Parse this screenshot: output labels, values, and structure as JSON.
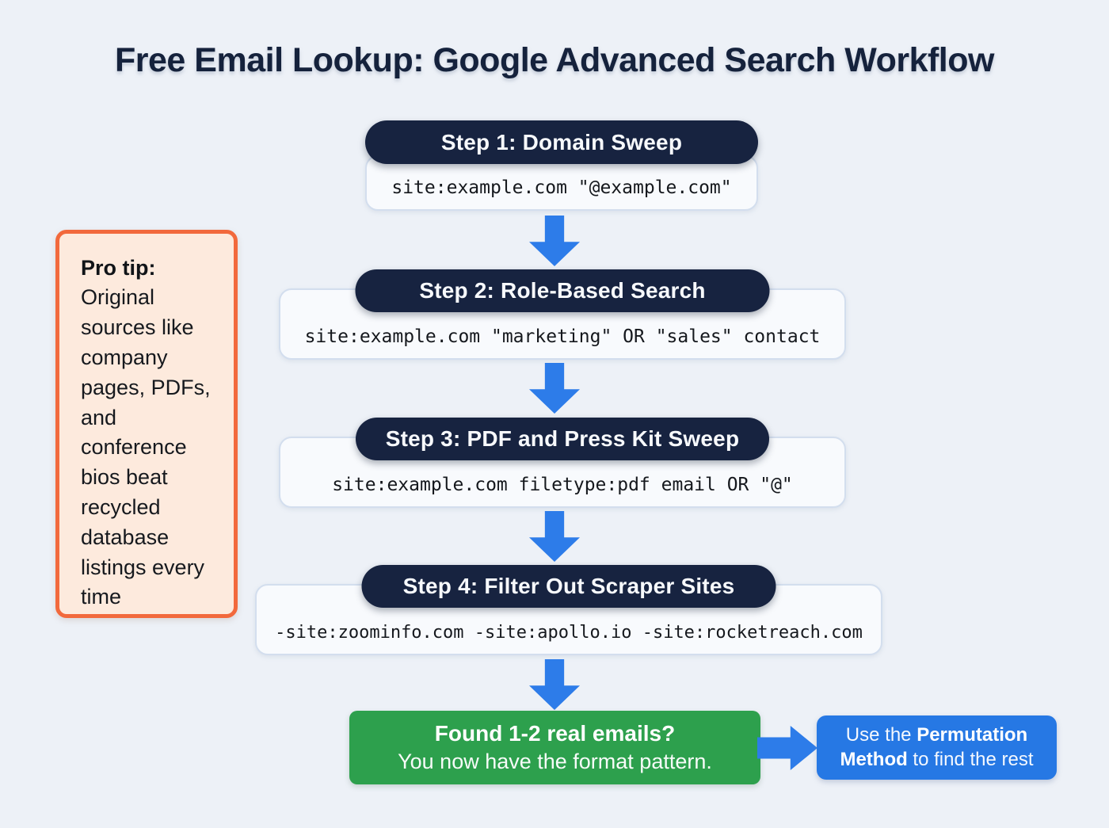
{
  "title": "Free Email Lookup: Google Advanced Search Workflow",
  "pro_tip": {
    "label": "Pro tip:",
    "body": "Original sources like company pages, PDFs, and conference bios beat recycled database listings every time"
  },
  "steps": [
    {
      "label": "Step 1: Domain Sweep",
      "query": "site:example.com \"@example.com\""
    },
    {
      "label": "Step 2: Role-Based Search",
      "query": "site:example.com \"marketing\" OR \"sales\" contact"
    },
    {
      "label": "Step 3: PDF and Press Kit Sweep",
      "query": "site:example.com filetype:pdf email OR \"@\""
    },
    {
      "label": "Step 4: Filter Out Scraper Sites",
      "query": "-site:zoominfo.com -site:apollo.io -site:rocketreach.com"
    }
  ],
  "result": {
    "heading": "Found 1-2 real emails?",
    "subtext": "You now have the format pattern."
  },
  "next_step": {
    "prefix": "Use the ",
    "emphasis": "Permutation Method",
    "suffix": " to find the rest"
  },
  "colors": {
    "page_background": "#edf1f7",
    "navy_pill": "#172340",
    "arrow_blue": "#2d7ce9",
    "result_green": "#2da04d",
    "next_blue": "#2678e4",
    "protip_border_orange": "#f2693c",
    "protip_peach": "#fdeadd",
    "card_border": "#d3deee"
  }
}
